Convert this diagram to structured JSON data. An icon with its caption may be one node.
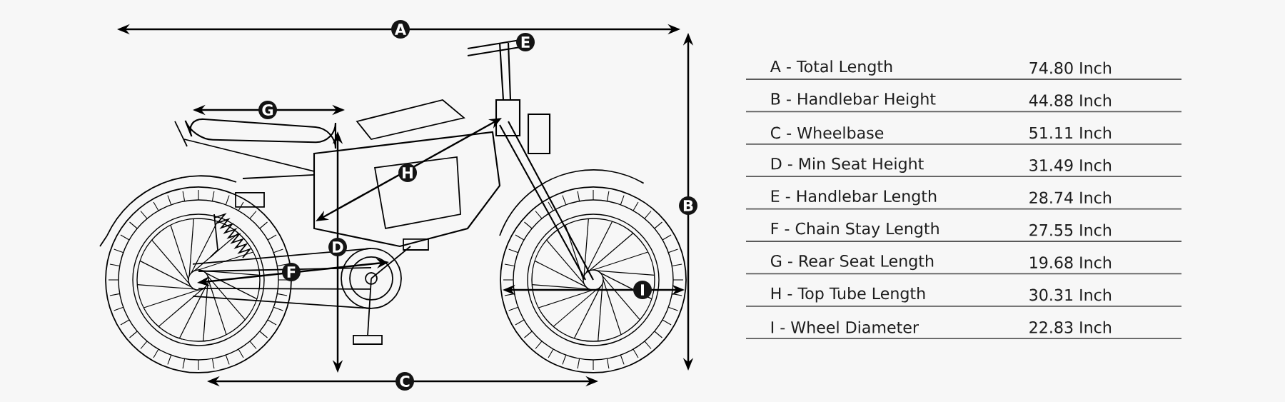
{
  "diagram": {
    "labels": [
      "A",
      "E",
      "G",
      "H",
      "B",
      "D",
      "F",
      "I",
      "C",
      "A - Total Length",
      "74.80 Inch",
      "B - Handlebar Height",
      "44.88 Inch",
      "C - Wheelbase",
      "51.11 Inch",
      "D - Min Seat Height",
      "31.49 Inch",
      "E - Handlebar Length",
      "28.74 Inch",
      "F - Chain Stay Length",
      "27.55 Inch",
      "G - Rear Seat Length",
      "19.68 Inch",
      "H - Top Tube Length",
      "30.31 Inch",
      "I - Wheel Diameter",
      "22.83 Inch"
    ]
  }
}
